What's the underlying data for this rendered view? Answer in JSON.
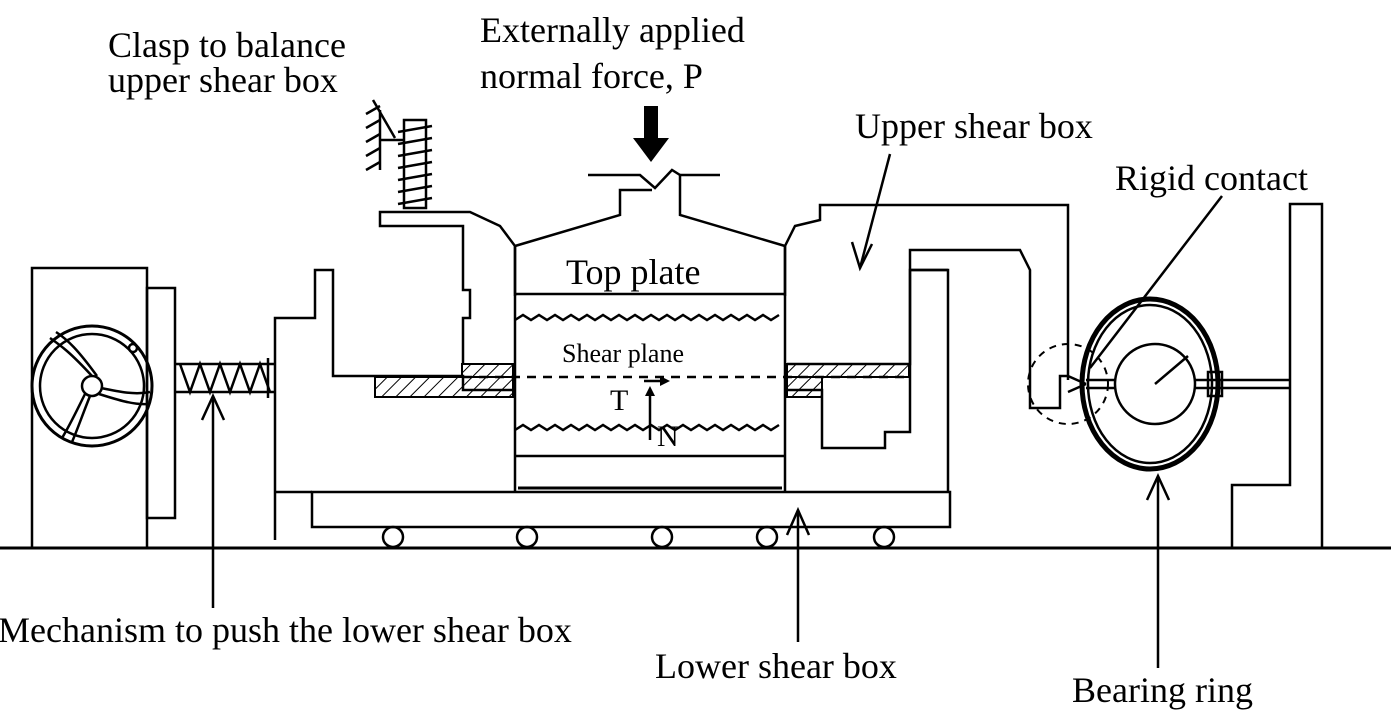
{
  "labels": {
    "clasp_line1": "Clasp to balance",
    "clasp_line2": "upper shear box",
    "force_line1": "Externally applied",
    "force_line2": "normal force, P",
    "upper_shear_box": "Upper shear box",
    "rigid_contact": "Rigid contact",
    "top_plate": "Top plate",
    "shear_plane": "Shear plane",
    "t_label": "T",
    "n_label": "N",
    "mechanism": "Mechanism to push the lower shear box",
    "lower_shear_box": "Lower shear box",
    "bearing_ring": "Bearing ring"
  }
}
